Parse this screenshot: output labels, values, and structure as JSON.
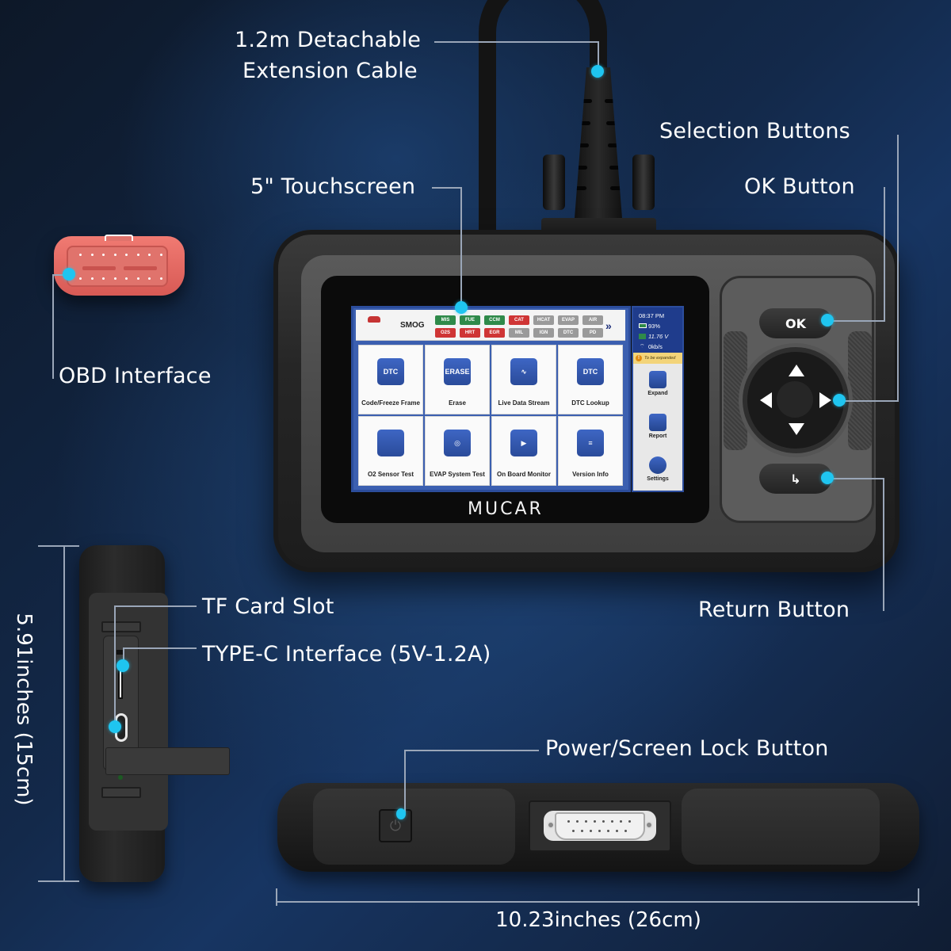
{
  "callouts": {
    "extension_cable": [
      "1.2m Detachable",
      "Extension Cable"
    ],
    "touchscreen": "5\" Touchscreen",
    "selection_buttons": "Selection Buttons",
    "ok_button": "OK Button",
    "obd_interface": "OBD Interface",
    "return_button": "Return Button",
    "tf_card_slot": "TF Card Slot",
    "type_c_interface": "TYPE-C Interface (5V-1.2A)",
    "power_button": "Power/Screen Lock Button"
  },
  "dimensions": {
    "height": "5.91inches (15cm)",
    "width": "10.23inches (26cm)"
  },
  "device": {
    "brand": "MUCAR",
    "ok_label": "OK",
    "return_icon": "return-arrow-icon",
    "dpad_icons": [
      "arrow-up-icon",
      "arrow-down-icon",
      "arrow-left-icon",
      "arrow-right-icon"
    ]
  },
  "screen": {
    "smog_label": "SMOG",
    "monitors_row1": [
      {
        "label": "MIS",
        "status": "green"
      },
      {
        "label": "FUE",
        "status": "green"
      },
      {
        "label": "CCM",
        "status": "green"
      },
      {
        "label": "CAT",
        "status": "red"
      },
      {
        "label": "HCAT",
        "status": "gray"
      },
      {
        "label": "EVAP",
        "status": "gray"
      },
      {
        "label": "AIR",
        "status": "gray"
      }
    ],
    "monitors_row2": [
      {
        "label": "O2S",
        "status": "red"
      },
      {
        "label": "HRT",
        "status": "red"
      },
      {
        "label": "EGR",
        "status": "red"
      },
      {
        "label": "MIL",
        "status": "gray"
      },
      {
        "label": "IGN",
        "status": "gray"
      },
      {
        "label": "DTC",
        "status": "gray"
      },
      {
        "label": "PD",
        "status": "gray"
      }
    ],
    "status_colors": {
      "green": "#2f8a4a",
      "red": "#cf3535",
      "gray": "#9a9a9a"
    },
    "more_label": "»",
    "tiles": [
      {
        "label": "Code/Freeze Frame",
        "icon": "DTC"
      },
      {
        "label": "Erase",
        "icon": "ERASE"
      },
      {
        "label": "Live Data Stream",
        "icon": "∿"
      },
      {
        "label": "DTC Lookup",
        "icon": "DTC"
      },
      {
        "label": "O2 Sensor Test",
        "icon": ""
      },
      {
        "label": "EVAP System Test",
        "icon": "◎"
      },
      {
        "label": "On Board Monitor",
        "icon": "▶"
      },
      {
        "label": "Version Info",
        "icon": "≡"
      }
    ],
    "status": {
      "time": "08:37 PM",
      "battery": "93%",
      "voltage": "11.76 V",
      "network": "0kb/s"
    },
    "expand_tip": "To be expanded",
    "side_items": [
      "Expand",
      "Report",
      "Settings"
    ]
  },
  "colors": {
    "callout_dot": "#1fc5f0",
    "screen_blue": "#2c4d9c",
    "obd_red": "#e0736c"
  }
}
